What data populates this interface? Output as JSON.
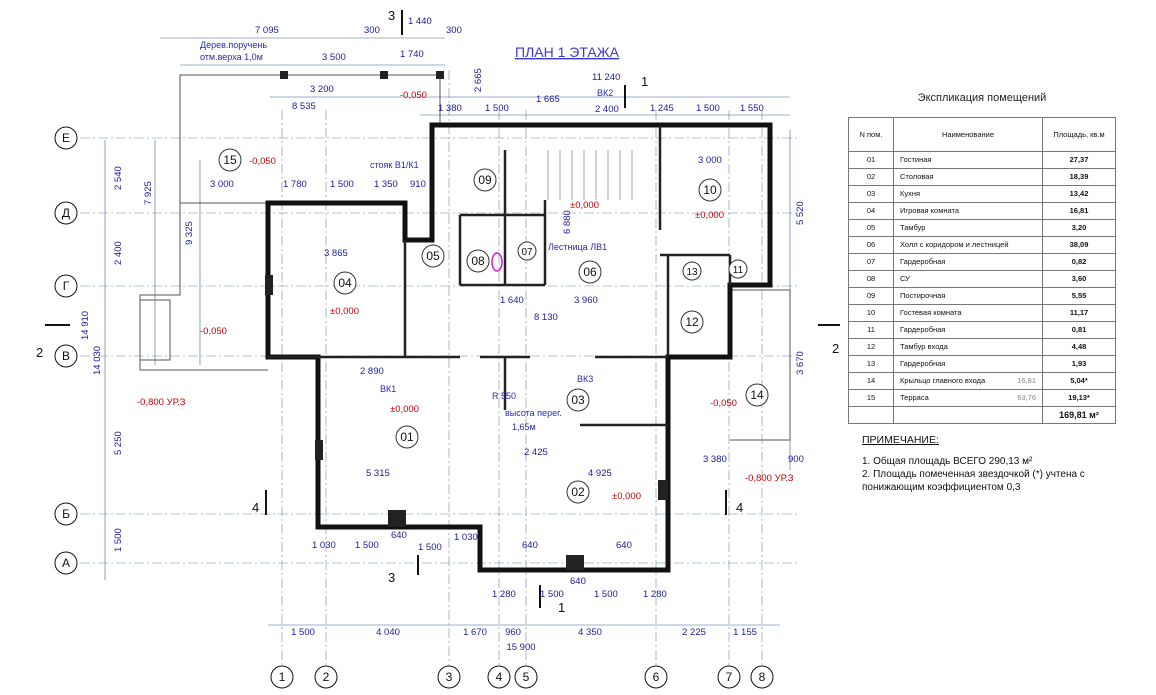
{
  "title": "ПЛАН 1 ЭТАЖА",
  "axes_rows": [
    "Е",
    "Д",
    "Г",
    "В",
    "Б",
    "А"
  ],
  "axes_cols": [
    "1",
    "2",
    "3",
    "4",
    "5",
    "6",
    "7",
    "8"
  ],
  "bottom_dims": [
    "1 500",
    "4 040",
    "1 670",
    "960",
    "4 350",
    "2 225",
    "1 155"
  ],
  "total_width": "15 900",
  "sections": {
    "s3": "3",
    "s1": "1",
    "s2": "2",
    "s4": "4"
  },
  "rooms": [
    "15",
    "09",
    "10",
    "05",
    "08",
    "07",
    "06",
    "04",
    "13",
    "11",
    "12",
    "03",
    "14",
    "01",
    "02"
  ],
  "levels": [
    "-0,050",
    "-0,050",
    "±0,000",
    "±0,000",
    "±0,000",
    "-0,050",
    "-0,800 УР.З",
    "±0,000",
    "±0,000",
    "-0,050",
    "-0,800 УР.З"
  ],
  "labels": {
    "railing1": "Дерев.поручень",
    "railing2": "отм.верха 1,0м",
    "riser": "стояк В1/К1",
    "stair": "Лестница ЛВ1",
    "vk1": "ВК1",
    "vk2": "ВК2",
    "vk3": "ВК3",
    "radius": "R 550",
    "height1": "высота перег.",
    "height2": "1,65м"
  },
  "dims": [
    "7 095",
    "3 500",
    "1 440",
    "1 740",
    "300",
    "300",
    "11 240",
    "8 535",
    "3 200",
    "2 665",
    "1 380",
    "1 500",
    "1 665",
    "2 400",
    "1 245",
    "1 500",
    "1 550",
    "7 925",
    "9 325",
    "2 540",
    "2 400",
    "14 910",
    "14 030",
    "5 250",
    "1 500",
    "3 000",
    "1 780",
    "1 500",
    "1 350",
    "910",
    "3 865",
    "5 315",
    "4 925",
    "2 425",
    "8 130",
    "3 960",
    "1 640",
    "2 890",
    "3 000",
    "6 880",
    "5 520",
    "3 670",
    "3 380",
    "900",
    "1 030",
    "1 500",
    "640",
    "1 500",
    "1 030",
    "640",
    "640",
    "640",
    "1 280",
    "1 500",
    "1 500",
    "1 280"
  ],
  "explication": {
    "title": "Экспликация помещений",
    "headers": [
      "N пом.",
      "Наименование",
      "Площадь, кв.м"
    ],
    "rows": [
      {
        "n": "01",
        "name": "Гостиная",
        "area": "27,37"
      },
      {
        "n": "02",
        "name": "Столовая",
        "area": "18,39"
      },
      {
        "n": "03",
        "name": "Кухня",
        "area": "13,42"
      },
      {
        "n": "04",
        "name": "Игровая комната",
        "area": "16,81"
      },
      {
        "n": "05",
        "name": "Тамбур",
        "area": "3,20"
      },
      {
        "n": "06",
        "name": "Холл с коридором и лестницей",
        "area": "38,09"
      },
      {
        "n": "07",
        "name": "Гардеробная",
        "area": "0,82"
      },
      {
        "n": "08",
        "name": "СУ",
        "area": "3,60"
      },
      {
        "n": "09",
        "name": "Постирочная",
        "area": "5,55"
      },
      {
        "n": "10",
        "name": "Гостевая комната",
        "area": "11,17"
      },
      {
        "n": "11",
        "name": "Гардеробная",
        "area": "0,81"
      },
      {
        "n": "12",
        "name": "Тамбур входа",
        "area": "4,48"
      },
      {
        "n": "13",
        "name": "Гардеробная",
        "area": "1,93"
      },
      {
        "n": "14",
        "name": "Крыльцо главного входа",
        "full": "16,81",
        "area": "5,04*"
      },
      {
        "n": "15",
        "name": "Терраса",
        "full": "63,76",
        "area": "19,13*"
      }
    ],
    "total": "169,81 м²"
  },
  "notes": {
    "heading": "ПРИМЕЧАНИЕ:",
    "line1": "1. Общая площадь ВСЕГО 290,13 м²",
    "line2": "2. Площадь помеченная звездочкой (*) учтена с",
    "line3": "понижающим коэффициентом 0,3"
  }
}
